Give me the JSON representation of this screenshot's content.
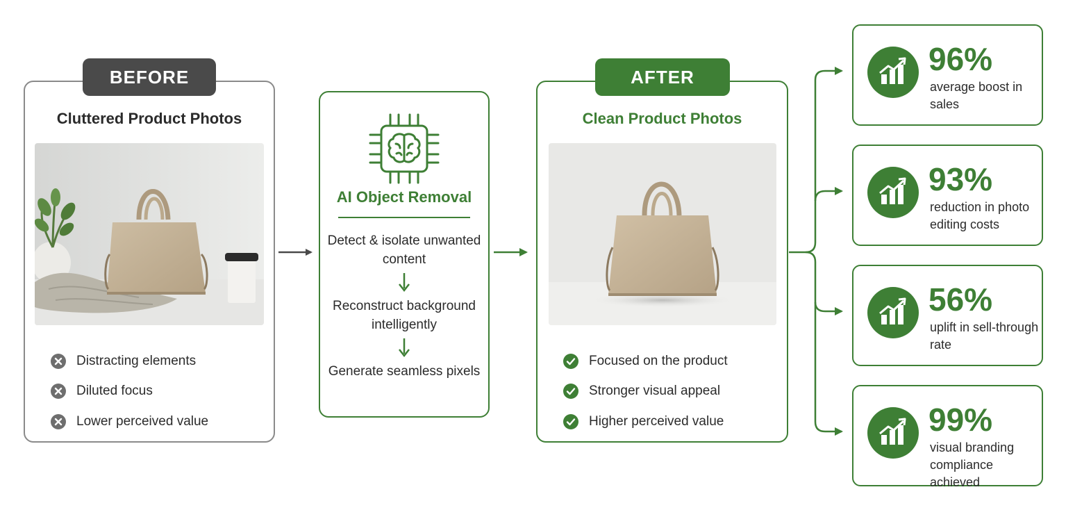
{
  "before": {
    "tag": "BEFORE",
    "title": "Cluttered Product Photos",
    "bullets": [
      "Distracting elements",
      "Diluted focus",
      "Lower perceived value"
    ],
    "bullet_icon": "x-circle-icon",
    "border_color": "#8a8a8a",
    "tag_color": "#4a4a4a"
  },
  "ai": {
    "title": "AI Object Removal",
    "icon": "brain-chip-icon",
    "steps": [
      "Detect & isolate unwanted content",
      "Reconstruct background intelligently",
      "Generate seamless pixels"
    ]
  },
  "after": {
    "tag": "AFTER",
    "title": "Clean Product Photos",
    "bullets": [
      "Focused on the product",
      "Stronger visual appeal",
      "Higher perceived value"
    ],
    "bullet_icon": "check-circle-icon"
  },
  "stats": [
    {
      "value": "96%",
      "label": "average boost in sales",
      "icon": "growth-chart-icon"
    },
    {
      "value": "93%",
      "label": "reduction in photo editing costs",
      "icon": "growth-chart-icon"
    },
    {
      "value": "56%",
      "label": "uplift in sell-through rate",
      "icon": "growth-chart-icon"
    },
    {
      "value": "99%",
      "label": "visual branding compliance achieved",
      "icon": "growth-chart-icon"
    }
  ],
  "colors": {
    "accent": "#3e7f35",
    "neutral": "#4a4a4a",
    "text": "#2b2b2b"
  }
}
